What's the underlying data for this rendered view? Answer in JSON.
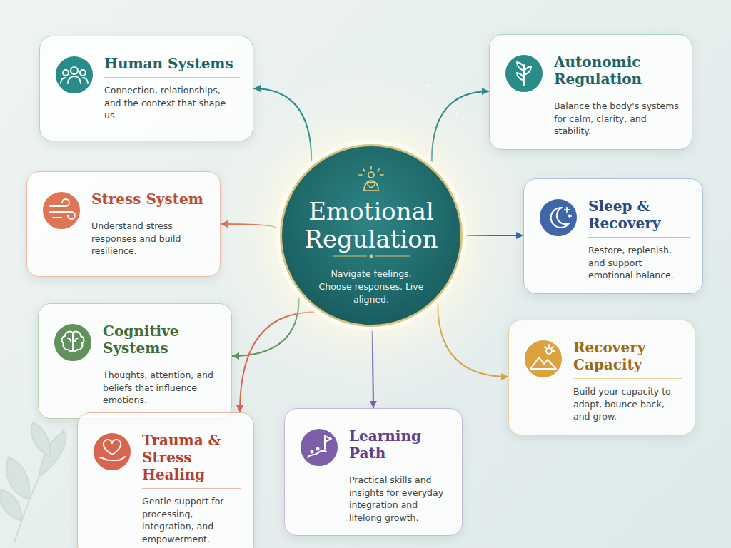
{
  "diagram": {
    "nodes": [
      {
        "text": [
          "Human Systems",
          "Connection, relationships, and the context that shape us."
        ]
      },
      {
        "text": [
          "Autonomic Regulation",
          "Balance the body's systems for calm, clarity, and stability."
        ]
      },
      {
        "text": [
          "Stress System",
          "Understand stress responses and build resilience."
        ]
      },
      {
        "text": [
          "Emotional Regulation",
          "Navigate feelings. Choose responses. Live aligned."
        ]
      },
      {
        "text": [
          "Sleep & Recovery",
          "Restore, replenish, and support emotional balance."
        ]
      },
      {
        "text": [
          "Cognitive Systems",
          "Thoughts, attention, and beliefs that influence emotions."
        ]
      },
      {
        "text": [
          "Recovery Capacity",
          "Build your capacity to adapt, bounce back, and grow."
        ]
      },
      {
        "text": [
          "Trauma & Stress Healing",
          "Gentle support for processing, integration, and empowerment."
        ]
      },
      {
        "text": [
          "Learning Path",
          "Practical skills and insights for everyday integration and lifelong growth."
        ]
      }
    ],
    "edges": [
      {
        "from": 3,
        "to": 0,
        "arrow": "to"
      },
      {
        "from": 3,
        "to": 1,
        "arrow": "to"
      },
      {
        "from": 3,
        "to": 2,
        "arrow": "to"
      },
      {
        "from": 3,
        "to": 4,
        "arrow": "to"
      },
      {
        "from": 3,
        "to": 5,
        "arrow": "to"
      },
      {
        "from": 3,
        "to": 6,
        "arrow": "to"
      },
      {
        "from": 3,
        "to": 7,
        "arrow": "to"
      },
      {
        "from": 3,
        "to": 8,
        "arrow": "to"
      }
    ]
  }
}
